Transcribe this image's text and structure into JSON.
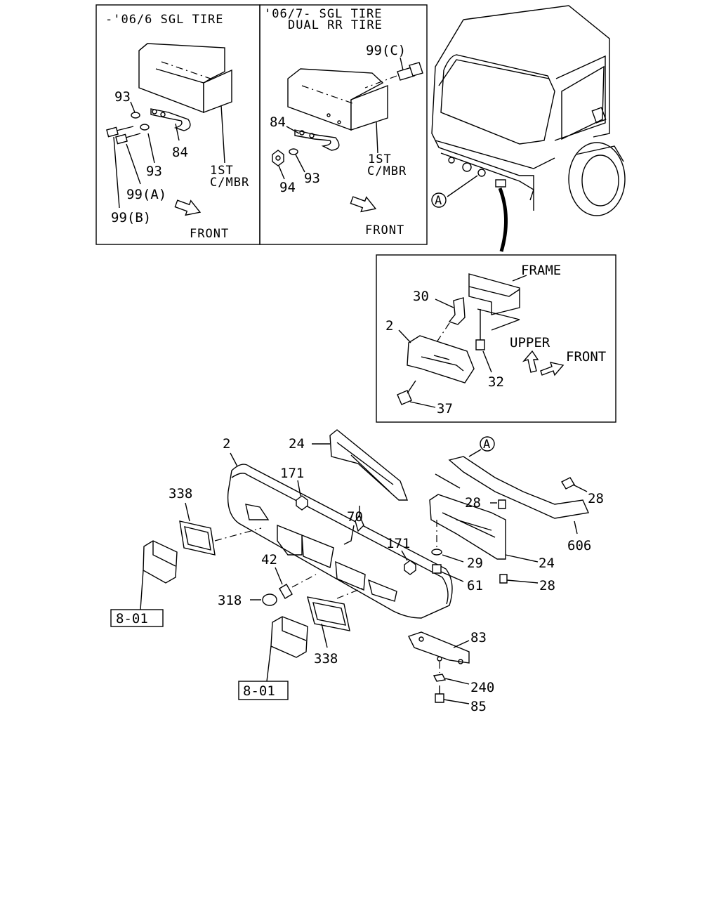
{
  "inset_top_left": {
    "title": "-'06/6 SGL TIRE",
    "labels": {
      "p93a": "93",
      "p93b": "93",
      "p84": "84",
      "p99a": "99(A)",
      "p99b": "99(B)",
      "mbr1": "1ST",
      "mbr2": "C/MBR",
      "front": "FRONT"
    }
  },
  "inset_top_mid": {
    "title_line1": "'06/7- SGL TIRE",
    "title_line2": "DUAL RR TIRE",
    "labels": {
      "p99c": "99(C)",
      "p84": "84",
      "p93": "93",
      "p94": "94",
      "mbr1": "1ST",
      "mbr2": "C/MBR",
      "front": "FRONT"
    }
  },
  "truck_view": {
    "callout": "A"
  },
  "inset_detail": {
    "labels": {
      "frame": "FRAME",
      "p30": "30",
      "p2": "2",
      "p32": "32",
      "p37": "37",
      "upper": "UPPER",
      "front": "FRONT"
    }
  },
  "main_assembly": {
    "callout": "A",
    "labels": {
      "p2": "2",
      "p24a": "24",
      "p24b": "24",
      "p338a": "338",
      "p338b": "338",
      "p171a": "171",
      "p171b": "171",
      "p70": "70",
      "p42": "42",
      "p318": "318",
      "p28a": "28",
      "p28b": "28",
      "p28c": "28",
      "p29": "29",
      "p61": "61",
      "p606": "606",
      "p83": "83",
      "p240": "240",
      "p85": "85"
    },
    "refs": {
      "ref1": "8-01",
      "ref2": "8-01"
    }
  },
  "icons": [
    "front-arrow-icon",
    "upper-arrow-icon",
    "bolt-icon",
    "nut-icon",
    "washer-icon",
    "hook-icon"
  ]
}
